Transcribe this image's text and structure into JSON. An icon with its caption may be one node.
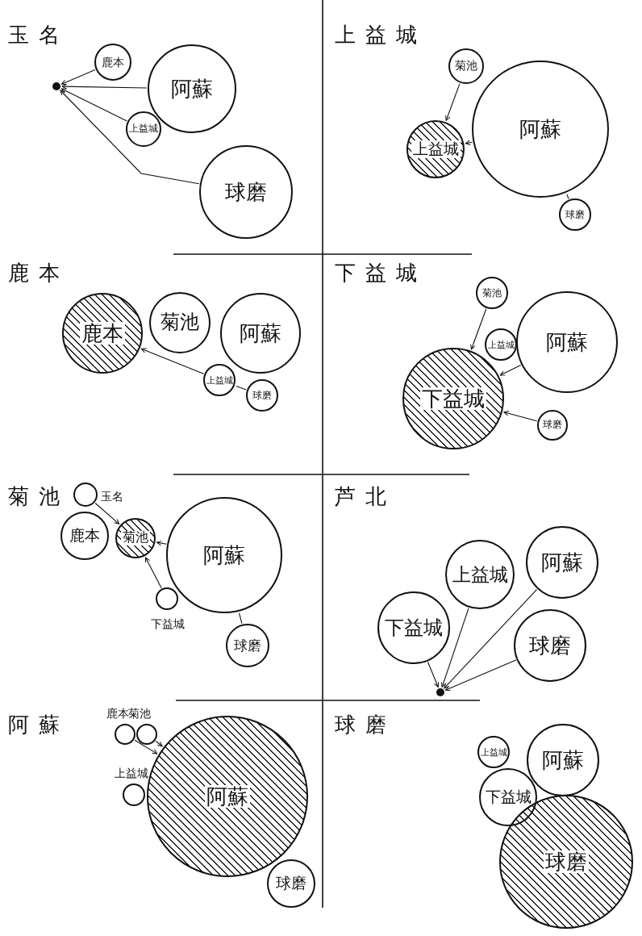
{
  "diagram": {
    "nodes": [
      {
        "text": [],
        "shape": "circle"
      },
      {
        "text": [
          "鹿本"
        ]
      },
      {
        "text": [
          "阿蘇"
        ]
      },
      {
        "text": [
          "上益城"
        ]
      },
      {
        "text": [
          "球磨"
        ]
      },
      {
        "text": [
          "菊池"
        ]
      },
      {
        "text": [
          "上益城"
        ]
      },
      {
        "text": [
          "阿蘇"
        ]
      },
      {
        "text": [
          "球磨"
        ]
      },
      {
        "text": [
          "鹿本"
        ]
      },
      {
        "text": [
          "菊池"
        ]
      },
      {
        "text": [
          "阿蘇"
        ]
      },
      {
        "text": [
          "上益城"
        ]
      },
      {
        "text": [
          "球磨"
        ]
      },
      {
        "text": [
          "菊池"
        ]
      },
      {
        "text": [
          "上益城"
        ]
      },
      {
        "text": [
          "阿蘇"
        ]
      },
      {
        "text": [
          "下益城"
        ]
      },
      {
        "text": [
          "球磨"
        ]
      },
      {
        "text": [
          "玉名"
        ]
      },
      {
        "text": [
          "鹿本"
        ]
      },
      {
        "text": [
          "菊池"
        ]
      },
      {
        "text": [
          "阿蘇"
        ]
      },
      {
        "text": [
          "下益城"
        ]
      },
      {
        "text": [
          "球磨"
        ]
      },
      {
        "text": [
          "上益城"
        ]
      },
      {
        "text": [
          "阿蘇"
        ]
      },
      {
        "text": [
          "下益城"
        ]
      },
      {
        "text": [
          "球磨"
        ]
      },
      {
        "text": [],
        "shape": "circle"
      },
      {
        "text": [
          "鹿本"
        ]
      },
      {
        "text": [
          "菊池"
        ]
      },
      {
        "text": [
          "上益城"
        ]
      },
      {
        "text": [
          "阿蘇"
        ]
      },
      {
        "text": [
          "球磨"
        ]
      },
      {
        "text": [
          "上益城"
        ]
      },
      {
        "text": [
          "阿蘇"
        ]
      },
      {
        "text": [
          "下益城"
        ]
      },
      {
        "text": [
          "球磨"
        ]
      }
    ],
    "edges": [
      {
        "from": 1,
        "to": 0,
        "arrow": "to"
      },
      {
        "from": 2,
        "to": 0,
        "arrow": "to"
      },
      {
        "from": 3,
        "to": 0,
        "arrow": "to"
      },
      {
        "from": 4,
        "to": 0,
        "arrow": "to"
      },
      {
        "from": 5,
        "to": 6,
        "arrow": "to"
      },
      {
        "from": 7,
        "to": 6,
        "arrow": "to"
      },
      {
        "from": 8,
        "to": 7,
        "arrow": "none"
      },
      {
        "from": 12,
        "to": 9,
        "arrow": "to"
      },
      {
        "from": 13,
        "to": 12,
        "arrow": "none"
      },
      {
        "from": 14,
        "to": 17,
        "arrow": "to"
      },
      {
        "from": 16,
        "to": 17,
        "arrow": "to"
      },
      {
        "from": 18,
        "to": 17,
        "arrow": "to"
      },
      {
        "from": 19,
        "to": 21,
        "arrow": "to"
      },
      {
        "from": 22,
        "to": 21,
        "arrow": "to"
      },
      {
        "from": 23,
        "to": 21,
        "arrow": "to"
      },
      {
        "from": 24,
        "to": 22,
        "arrow": "none"
      },
      {
        "from": 27,
        "to": 29,
        "arrow": "to"
      },
      {
        "from": 25,
        "to": 29,
        "arrow": "to"
      },
      {
        "from": 26,
        "to": 29,
        "arrow": "to"
      },
      {
        "from": 28,
        "to": 29,
        "arrow": "to"
      },
      {
        "from": 30,
        "to": 33,
        "arrow": "to"
      },
      {
        "from": 31,
        "to": 33,
        "arrow": "to"
      }
    ],
    "labels": [
      "玉名",
      "上益城",
      "鹿本",
      "下益城",
      "菊池",
      "芦北",
      "阿蘇",
      "球磨"
    ]
  }
}
